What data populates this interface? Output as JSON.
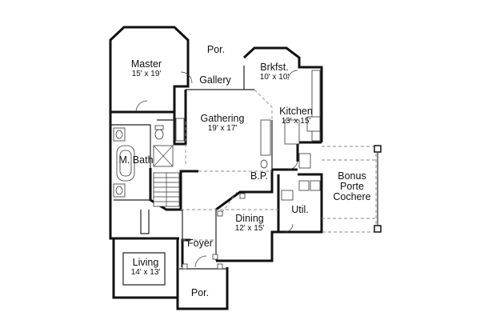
{
  "rooms": {
    "master": {
      "name": "Master",
      "dims": "15' x 19'"
    },
    "porch_top": {
      "name": "Por."
    },
    "brkfst": {
      "name": "Brkfst.",
      "dims": "10' x 10'"
    },
    "gallery": {
      "name": "Gallery"
    },
    "gathering": {
      "name": "Gathering",
      "dims": "19' x 17'"
    },
    "kitchen": {
      "name": "Kitchen",
      "dims": "13' x 15'"
    },
    "mbath": {
      "name": "M. Bath"
    },
    "bp": {
      "name": "B.P."
    },
    "bonus": {
      "line1": "Bonus",
      "line2": "Porte",
      "line3": "Cochere"
    },
    "util": {
      "name": "Util."
    },
    "dining": {
      "name": "Dining",
      "dims": "12' x 15'"
    },
    "foyer": {
      "name": "Foyer"
    },
    "living": {
      "name": "Living",
      "dims": "14' x 13'"
    },
    "porch_bottom": {
      "name": "Por."
    }
  }
}
